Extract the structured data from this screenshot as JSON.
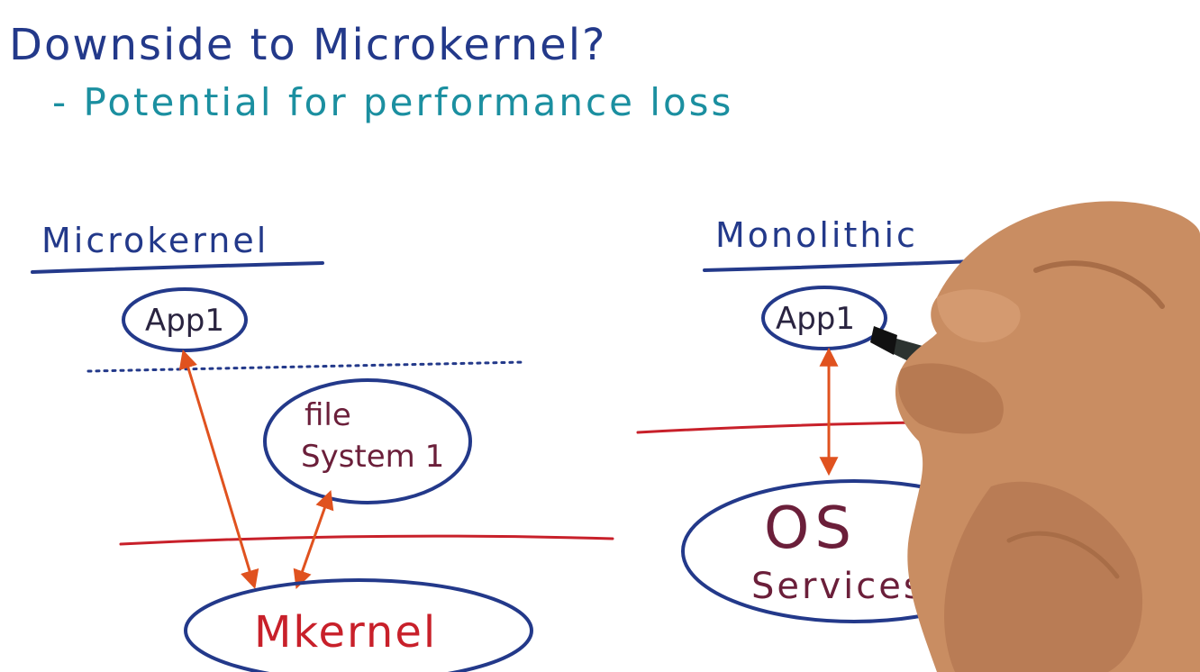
{
  "title": "Downside to Microkernel?",
  "subtitle": "- Potential for performance loss",
  "microkernel": {
    "heading": "Microkernel",
    "app": "App1",
    "fs_line1": "file",
    "fs_line2": "System 1",
    "kernel": "Mkernel"
  },
  "monolithic": {
    "heading": "Monolithic",
    "app": "App1",
    "os_line1": "OS",
    "os_line2": "Services"
  },
  "colors": {
    "blue_ink": "#23398a",
    "teal_ink": "#1b8fa0",
    "red_ink": "#c8202a",
    "orange_ink": "#e0521f",
    "maroon_ink": "#6b1f3a"
  }
}
